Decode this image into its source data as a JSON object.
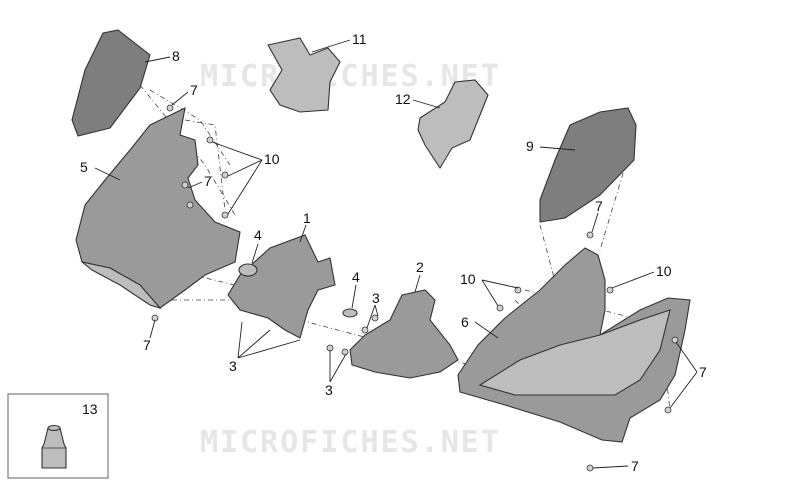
{
  "watermark": "MICROFICHES.NET",
  "callouts": [
    {
      "id": "c8",
      "label": "8"
    },
    {
      "id": "c7a",
      "label": "7"
    },
    {
      "id": "c5",
      "label": "5"
    },
    {
      "id": "c10a",
      "label": "10"
    },
    {
      "id": "c7b",
      "label": "7"
    },
    {
      "id": "c11",
      "label": "11"
    },
    {
      "id": "c12",
      "label": "12"
    },
    {
      "id": "c9",
      "label": "9"
    },
    {
      "id": "c7c",
      "label": "7"
    },
    {
      "id": "c4a",
      "label": "4"
    },
    {
      "id": "c1",
      "label": "1"
    },
    {
      "id": "c4b",
      "label": "4"
    },
    {
      "id": "c2",
      "label": "2"
    },
    {
      "id": "c3a",
      "label": "3"
    },
    {
      "id": "c10b",
      "label": "10"
    },
    {
      "id": "c10c",
      "label": "10"
    },
    {
      "id": "c6",
      "label": "6"
    },
    {
      "id": "c7d",
      "label": "7"
    },
    {
      "id": "c3b",
      "label": "3"
    },
    {
      "id": "c3c",
      "label": "3"
    },
    {
      "id": "c7e",
      "label": "7"
    },
    {
      "id": "c7f",
      "label": "7"
    },
    {
      "id": "c13",
      "label": "13"
    }
  ]
}
